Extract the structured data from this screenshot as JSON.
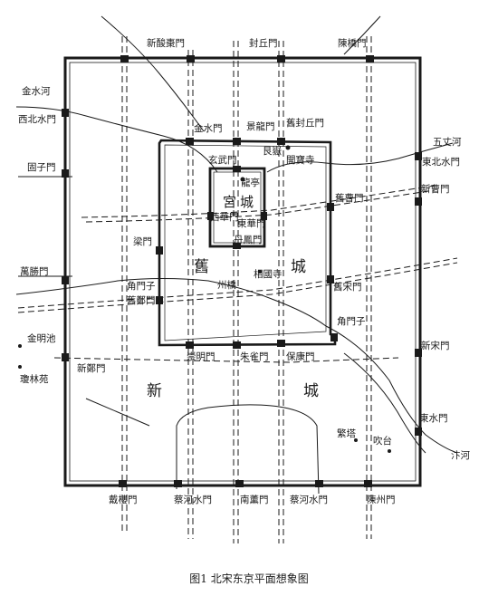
{
  "caption": "图1  北宋东京平面想象图",
  "labels": {
    "xin_suanzao_men": "新酸棗門",
    "fengqiu_men": "封丘門",
    "chenqiao_men": "陳橋門",
    "jinshui_he": "金水河",
    "xibei_shuimen": "西北水門",
    "jinshui_men": "金水門",
    "jinglong_men": "景龍門",
    "jiu_fengqiu_men": "舊封丘門",
    "wuzhang_he": "五丈河",
    "dongbei_shuimen": "東北水門",
    "genyue": "艮嶽",
    "xuanwu_men": "玄武門",
    "kaibao_si": "開寶寺",
    "guzi_men": "固子門",
    "xin_cao_men": "新曹門",
    "longting": "龍亭",
    "gong": "宮",
    "cheng_palace": "城",
    "jiu_cao_men": "舊曹門",
    "xihua_men": "西華門",
    "donghua_men": "東華門",
    "dan_men": "丹鳳門",
    "liang_men": "梁門",
    "jiu_old": "舊",
    "cheng_old": "城",
    "wansheng_men": "萬勝門",
    "xiangguo_si": "相國寺",
    "jiaomenzi_west": "角門子",
    "zhouqiao": "州橋",
    "jiu_song_men": "舊宋門",
    "jiu_zheng_men": "舊鄭門",
    "jiaomenzi_east": "角門子",
    "jinming_chi": "金明池",
    "xin_song_men": "新宋門",
    "xin_zheng_men": "新鄭門",
    "chongming_men": "崇明門",
    "zhuque_men": "朱雀門",
    "baokang_men": "保康門",
    "qionglin_yuan": "瓊林苑",
    "xin_new": "新",
    "cheng_new": "城",
    "dongshui_men": "東水門",
    "fan_ta": "繁塔",
    "chui_tai": "吹台",
    "bian_he": "汴河",
    "daiyou_men": "戴樓門",
    "caihe_shuimen_west": "蔡河水門",
    "nanxun_men": "南薰門",
    "caihe_shuimen_east": "蔡河水門",
    "chenzhou_men": "陳州門"
  }
}
